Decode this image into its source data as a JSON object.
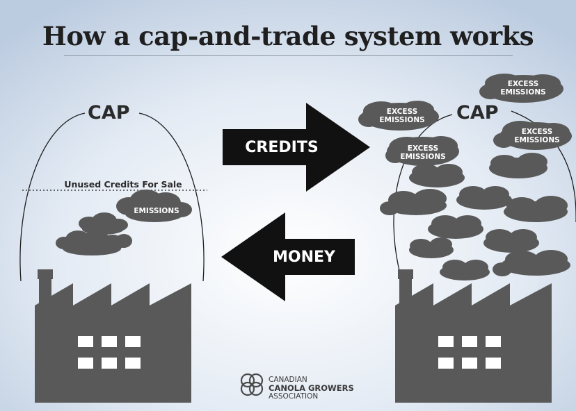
{
  "title": "How a cap-and-trade system works",
  "left_panel": {
    "cap_label": "CAP",
    "unused_label": "Unused Credits For Sale",
    "emissions_label": "EMISSIONS"
  },
  "right_panel": {
    "cap_label": "CAP",
    "excess_clouds": [
      {
        "line1": "EXCESS",
        "line2": "EMISSIONS"
      },
      {
        "line1": "EXCESS",
        "line2": "EMISSIONS"
      },
      {
        "line1": "EXCESS",
        "line2": "EMISSIONS"
      },
      {
        "line1": "EXCESS",
        "line2": "EMISSIONS"
      }
    ]
  },
  "arrows": {
    "credits_label": "CREDITS",
    "money_label": "MONEY"
  },
  "logo": {
    "line1": "CANADIAN",
    "line2": "CANOLA GROWERS",
    "line3": "ASSOCIATION"
  },
  "colors": {
    "background_center": "#ffffff",
    "background_edge": "#bccce0",
    "graphic_gray": "#595959",
    "arrow_black": "#111111",
    "outline": "#1e1e1e"
  }
}
